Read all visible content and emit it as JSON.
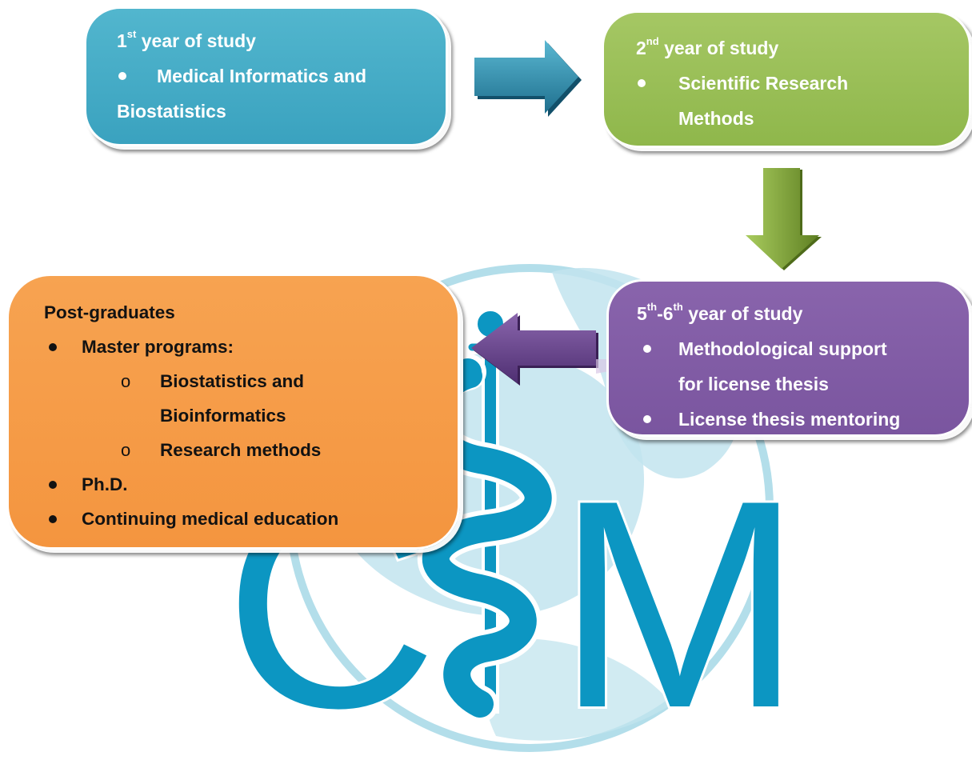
{
  "boxes": {
    "first_year": {
      "heading_num": "1",
      "heading_sup": "st",
      "heading_rest": " year of study",
      "items": [
        "Medical Informatics and",
        "Biostatistics"
      ]
    },
    "second_year": {
      "heading_num": "2",
      "heading_sup": "nd",
      "heading_rest": " year of study",
      "items": [
        "Scientific Research",
        "Methods"
      ]
    },
    "fifth_sixth_year": {
      "heading_num1": "5",
      "heading_sup1": "th",
      "heading_mid": "-6",
      "heading_sup2": "th",
      "heading_rest": " year of study",
      "items": [
        "Methodological support",
        "for license thesis",
        "License thesis mentoring"
      ]
    },
    "post_graduates": {
      "heading": "Post-graduates",
      "master": "Master programs:",
      "sub_items": [
        "Biostatistics and",
        "Bioinformatics",
        "Research methods"
      ],
      "sub_marker": "o",
      "phd": "Ph.D.",
      "cme": "Continuing medical education"
    }
  },
  "logo": {
    "letter_left": "C",
    "letter_right": "M",
    "color_letters": "#0c96c2",
    "color_globe": "#b3deea"
  },
  "colors": {
    "teal_box": "#4aaecb",
    "green_box": "#9bbf57",
    "purple_box": "#8460a8",
    "orange_box": "#f59c48"
  }
}
